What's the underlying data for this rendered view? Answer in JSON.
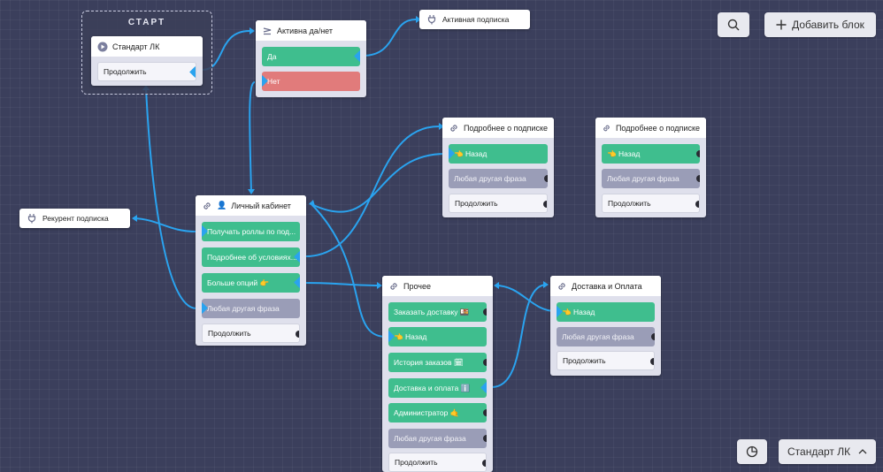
{
  "toolbar": {
    "add_block_label": "Добавить блок",
    "scenario_label": "Стандарт ЛК"
  },
  "start": {
    "title": "СТАРТ",
    "block_title": "Стандарт ЛК",
    "continue_label": "Продолжить"
  },
  "active_check": {
    "title": "Активна да/нет",
    "yes_label": "Да",
    "no_label": "Нет"
  },
  "active_sub": {
    "title": "Активная подписка"
  },
  "recurrent_sub": {
    "title": "Рекурент подписка"
  },
  "cabinet": {
    "title": "Личный кабинет",
    "buttons": [
      "Получать роллы по под...",
      "Подробнее об условиях...",
      "Больше опций 👉",
      "Любая другая фраза",
      "Продолжить"
    ]
  },
  "about_sub_1": {
    "title": "Подробнее о подписке",
    "buttons": [
      "👈 Назад",
      "Любая другая фраза",
      "Продолжить"
    ]
  },
  "about_sub_2": {
    "title": "Подробнее о подписке",
    "buttons": [
      "👈 Назад",
      "Любая другая фраза",
      "Продолжить"
    ]
  },
  "other": {
    "title": "Прочее",
    "buttons": [
      "Заказать доставку 🍱",
      "👈 Назад",
      "История заказов 🗓",
      "Доставка и оплата ℹ️",
      "Администратор 🤙",
      "Любая другая фраза",
      "Продолжить"
    ]
  },
  "delivery": {
    "title": "Доставка и Оплата",
    "buttons": [
      "👈 Назад",
      "Любая другая фраза",
      "Продолжить"
    ]
  },
  "icons": [
    "search-icon",
    "plus-icon",
    "pie-chart-icon",
    "chevron-up-icon",
    "link-icon",
    "play-icon",
    "compare-icon",
    "plug-icon",
    "user-icon"
  ],
  "colors": {
    "canvas": "#3b3f5c",
    "button_green": "#3fbe8e",
    "button_red": "#e17b7b",
    "button_grey": "#9a9db7",
    "connector_blue": "#2aa3ef"
  }
}
